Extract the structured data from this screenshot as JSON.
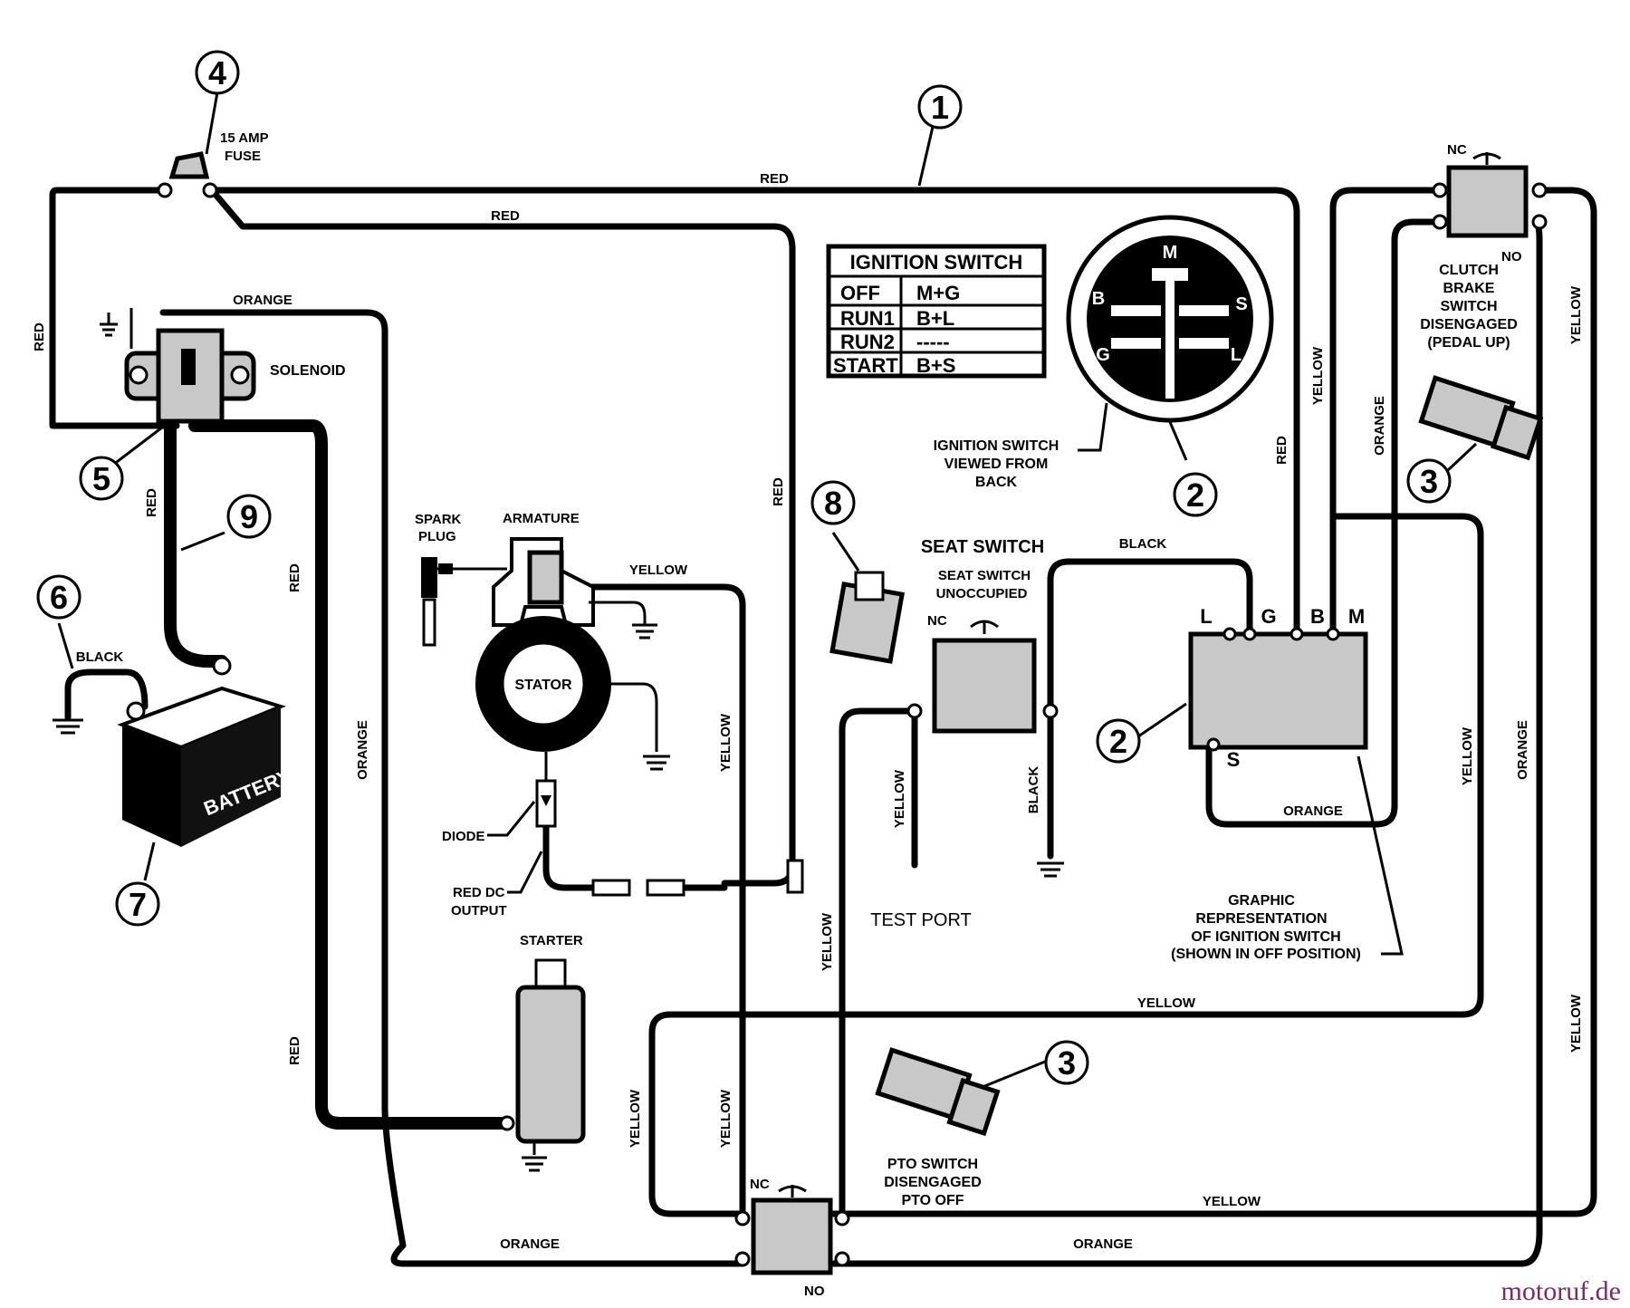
{
  "callouts": {
    "n1": "1",
    "n2a": "2",
    "n2b": "2",
    "n3a": "3",
    "n3b": "3",
    "n4": "4",
    "n5": "5",
    "n6": "6",
    "n7": "7",
    "n8": "8",
    "n9": "9"
  },
  "components": {
    "fuse": "15 AMP\nFUSE",
    "fuse_line1": "15 AMP",
    "fuse_line2": "FUSE",
    "solenoid": "SOLENOID",
    "battery": "BATTERY",
    "spark_plug_1": "SPARK",
    "spark_plug_2": "PLUG",
    "armature": "ARMATURE",
    "stator": "STATOR",
    "diode": "DIODE",
    "red_dc_1": "RED DC",
    "red_dc_2": "OUTPUT",
    "starter": "STARTER",
    "seat_switch_title": "SEAT SWITCH",
    "seat_switch_sub1": "SEAT SWITCH",
    "seat_switch_sub2": "UNOCCUPIED",
    "test_port": "TEST PORT",
    "ign_view_1": "IGNITION SWITCH",
    "ign_view_2": "VIEWED FROM",
    "ign_view_3": "BACK",
    "clutch_1": "CLUTCH",
    "clutch_2": "BRAKE",
    "clutch_3": "SWITCH",
    "clutch_4": "DISENGAGED",
    "clutch_5": "(PEDAL UP)",
    "graphic_1": "GRAPHIC",
    "graphic_2": "REPRESENTATION",
    "graphic_3": "OF IGNITION SWITCH",
    "graphic_4": "(SHOWN IN OFF POSITION)",
    "pto_1": "PTO SWITCH",
    "pto_2": "DISENGAGED",
    "pto_3": "PTO OFF",
    "nc": "NC",
    "no": "NO"
  },
  "ignition_table": {
    "title": "IGNITION SWITCH",
    "rows": [
      {
        "pos": "OFF",
        "conn": "M+G"
      },
      {
        "pos": "RUN1",
        "conn": "B+L"
      },
      {
        "pos": "RUN2",
        "conn": "-----"
      },
      {
        "pos": "START",
        "conn": "B+S"
      }
    ]
  },
  "terminals": {
    "m": "M",
    "b": "B",
    "s": "S",
    "g": "G",
    "l": "L"
  },
  "wire_labels": {
    "red": "RED",
    "orange": "ORANGE",
    "yellow": "YELLOW",
    "black": "BLACK"
  },
  "watermark": "motoruf.de"
}
